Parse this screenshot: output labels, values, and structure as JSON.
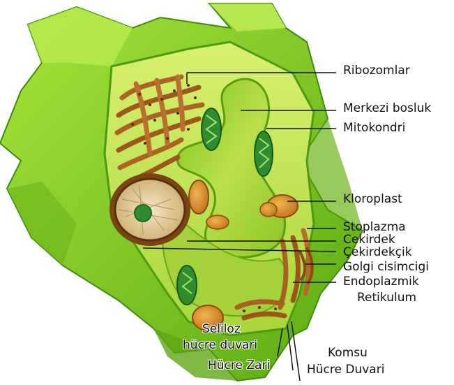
{
  "labels": {
    "ribozomlar": "Ribozomlar",
    "merkezi_bosluk": "Merkezi bosluk",
    "mitokondri": "Mitokondri",
    "kloroplast": "Kloroplast",
    "stoplazma": "Stoplazma",
    "cekirdek": "Cekirdek",
    "cekirdekcik": "Çekirdekçik",
    "golgi": "Golgi cisimcigi",
    "endoplazmik": "Endoplazmik",
    "retikulum": "Retikulum",
    "seliloz": "Seliloz",
    "hucre_duvari": "hücre duvari",
    "hucre_zari": "Hücre Zari",
    "komsu": "Komsu",
    "komsu_hucre_duvari": "Hücre Duvari"
  },
  "colors": {
    "cell_wall": "#8fd12a",
    "cell_wall_dark": "#4f9a10",
    "cytoplasm": "#c9ea5a",
    "vacuole": "#b4dc3c",
    "er": "#a0521e",
    "mitochondria": "#2f8d2f",
    "chloroplast": "#d68b2a",
    "nucleus": "#e8d7a8"
  }
}
